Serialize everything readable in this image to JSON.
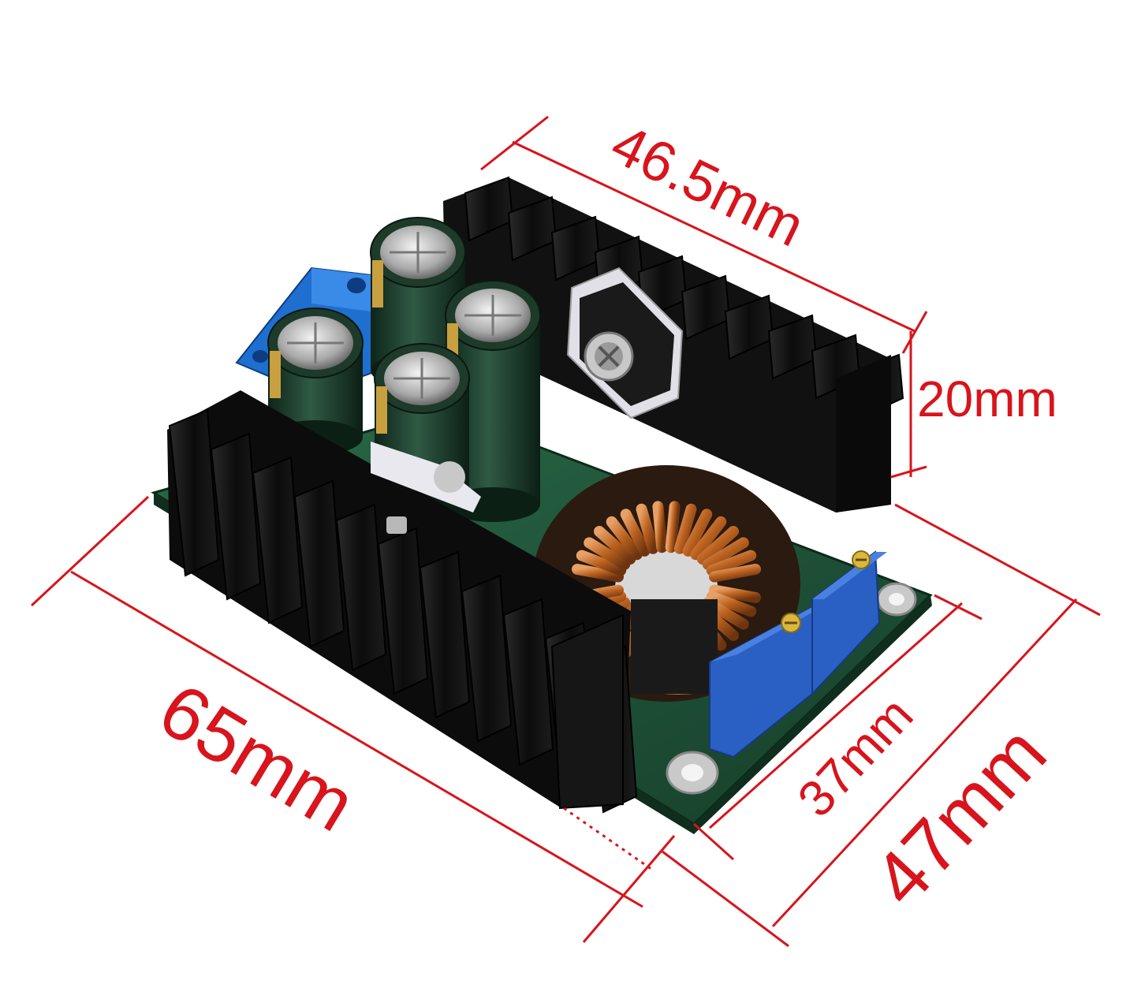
{
  "dimensions": {
    "top_width": "46.5mm",
    "height": "20mm",
    "length": "65mm",
    "inner_depth": "37mm",
    "outer_depth": "47mm"
  },
  "colors": {
    "dimension_red": "#d8141c",
    "heatsink_black": "#141414",
    "pcb_green": "#1f5a3c",
    "capacitor_green": "#1e3a2a",
    "copper": "#c06a2c",
    "terminal_blue": "#1e6fd0",
    "trimmer_blue": "#2a5fc4"
  },
  "parts": {
    "capacitor_icon": "capacitor",
    "inductor_icon": "toroid-coil",
    "heatsink_icon": "heatsink",
    "trimmer_icon": "trimmer-potentiometer"
  }
}
